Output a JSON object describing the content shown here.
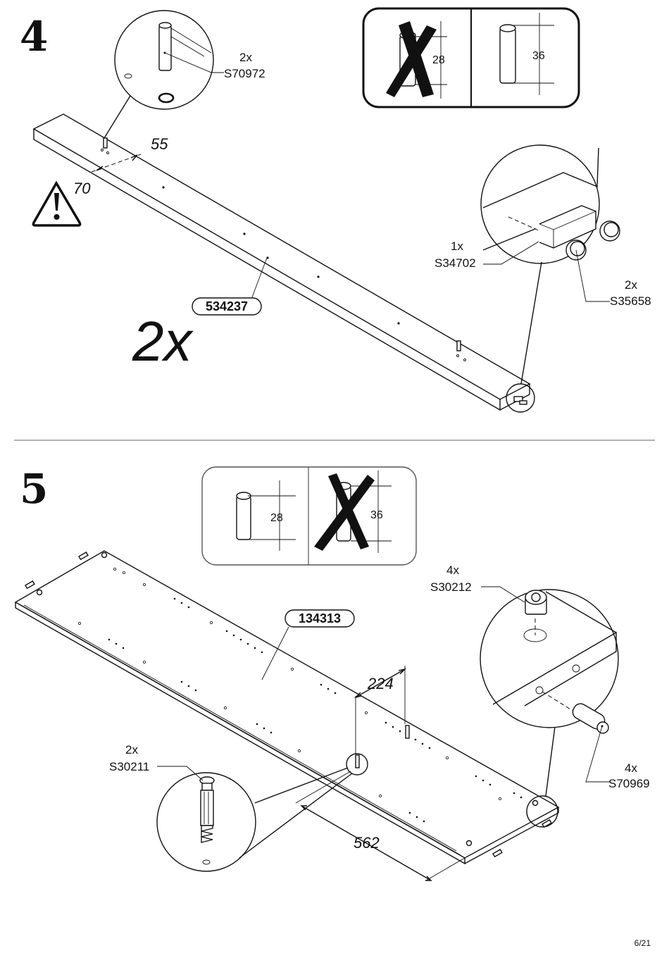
{
  "page_number": "6/21",
  "step4": {
    "number": "4",
    "callout_pin": {
      "qty": "2x",
      "code": "S70972"
    },
    "dim_a": "55",
    "dim_b": "70",
    "part_badge": "534237",
    "quantity": "2x",
    "compare_wrong": "28",
    "compare_right": "36",
    "callout_connector": {
      "qty": "1x",
      "code": "S34702"
    },
    "callout_caps": {
      "qty": "2x",
      "code": "S35658"
    }
  },
  "step5": {
    "number": "5",
    "compare_right": "28",
    "compare_wrong": "36",
    "callout_cam": {
      "qty": "4x",
      "code": "S30212"
    },
    "part_badge": "134313",
    "dim_a": "224",
    "dim_b": "562",
    "callout_bolt": {
      "qty": "2x",
      "code": "S30211"
    },
    "callout_dowel": {
      "qty": "4x",
      "code": "S70969"
    }
  }
}
